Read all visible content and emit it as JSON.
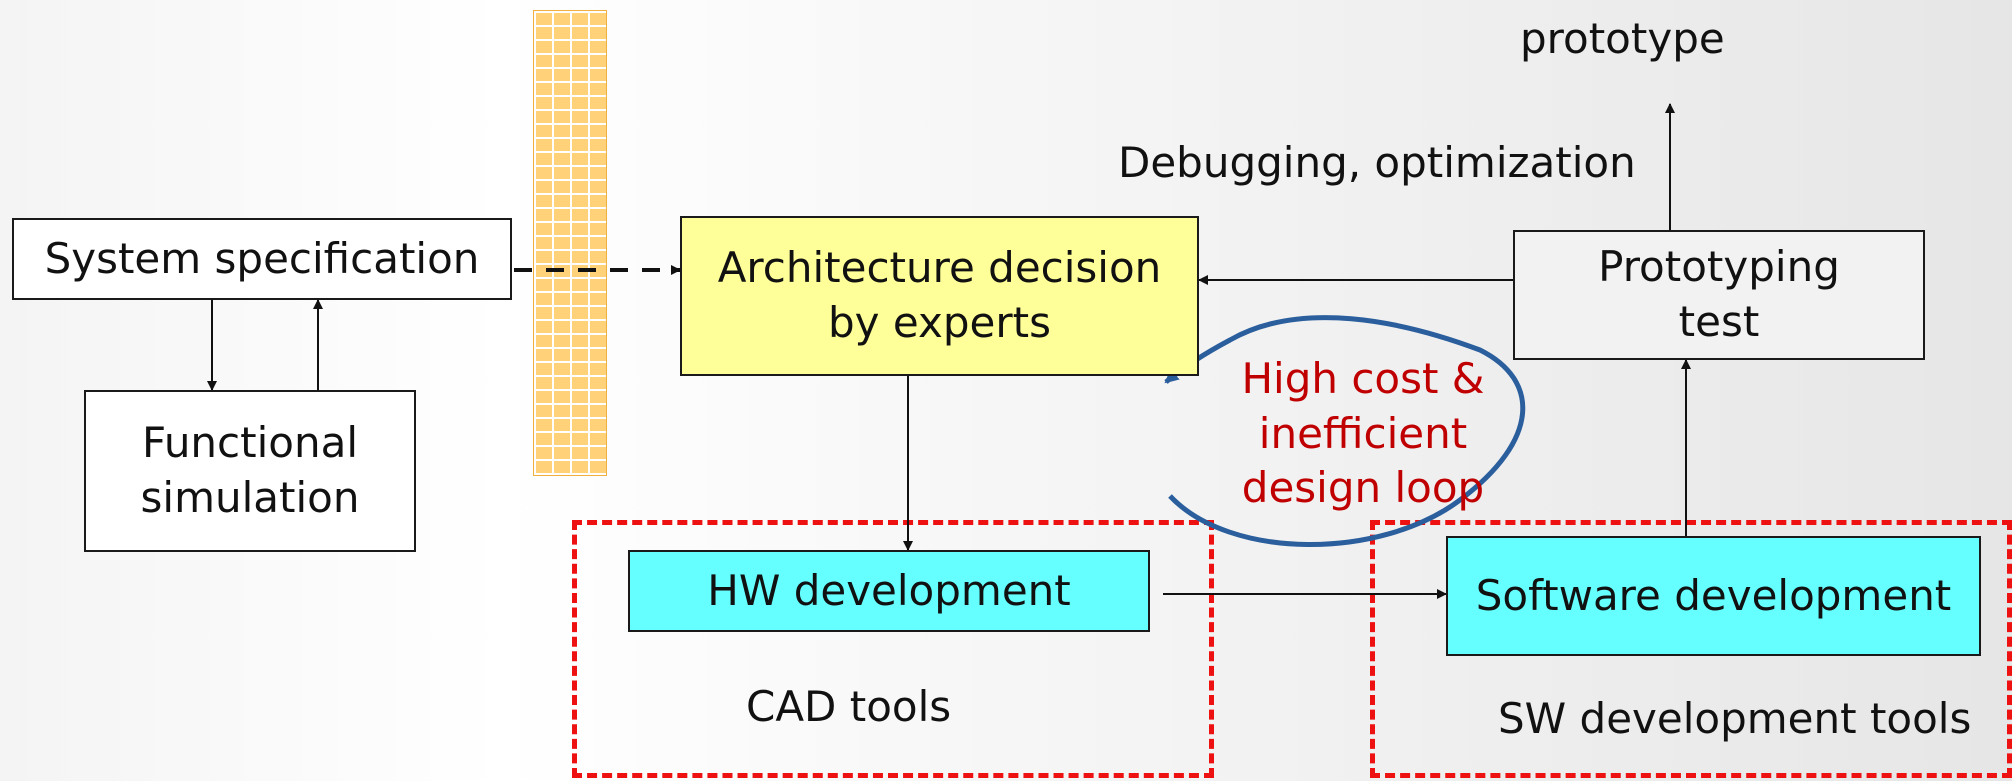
{
  "nodes": {
    "system_spec": "System specification",
    "functional_sim": "Functional\nsimulation",
    "architecture": "Architecture decision\nby experts",
    "prototyping": "Prototyping\ntest",
    "hw_dev": "HW development",
    "sw_dev": "Software development"
  },
  "labels": {
    "prototype": "prototype",
    "debugging": "Debugging, optimization",
    "cad_tools": "CAD tools",
    "sw_tools": "SW development tools"
  },
  "annotation": {
    "text": "High cost &\ninefficient\ndesign loop"
  },
  "colors": {
    "architecture_fill": "#ffff99",
    "dev_fill": "#66ffff",
    "dashed_region": "#ee1111",
    "annotation_text": "#c00000",
    "loop_stroke": "#2a5e9c"
  }
}
